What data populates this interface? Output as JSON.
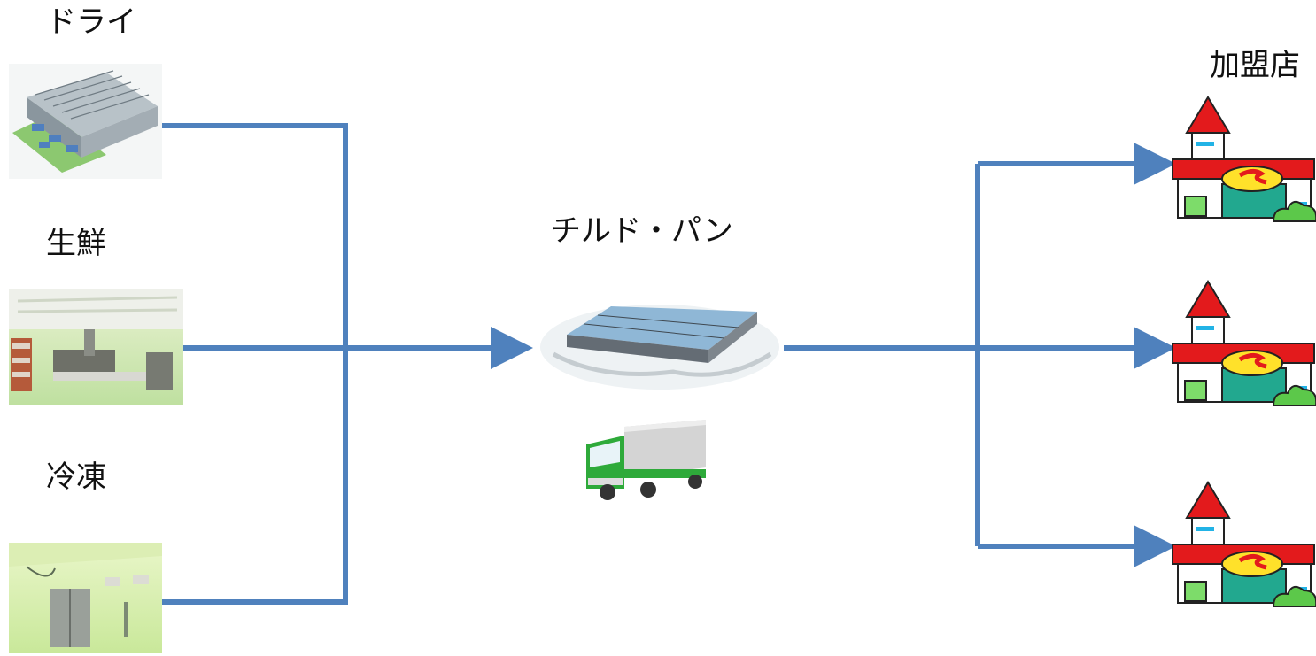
{
  "sources": [
    {
      "label": "ドライ",
      "icon": "warehouse-icon"
    },
    {
      "label": "生鮮",
      "icon": "fresh-food-facility-icon"
    },
    {
      "label": "冷凍",
      "icon": "freezer-room-icon"
    }
  ],
  "center": {
    "label": "チルド・パン",
    "icons": [
      "distribution-center-icon",
      "delivery-truck-icon"
    ]
  },
  "destination": {
    "label": "加盟店",
    "icon": "convenience-store-icon",
    "count": 3
  },
  "colors": {
    "connector": "#4f81bd",
    "store_roof": "#e31a1c",
    "store_wall": "#22a88f",
    "truck_cab": "#2eaa3a"
  }
}
